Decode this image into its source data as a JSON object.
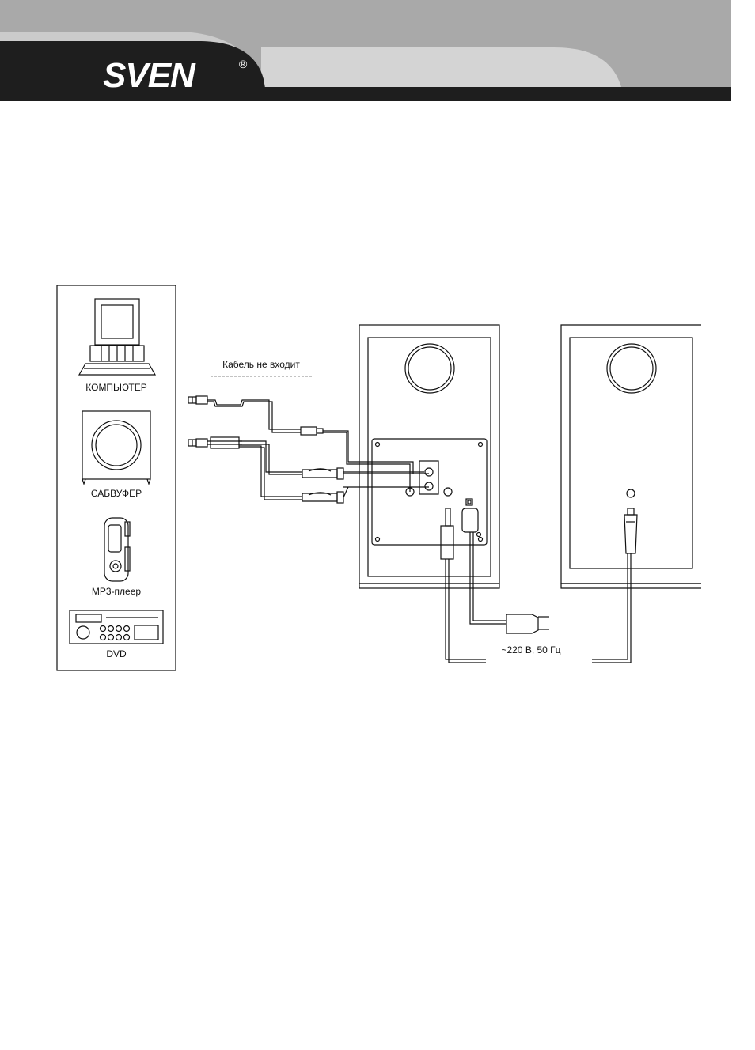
{
  "brand": {
    "logo_text": "SVEN",
    "registered_mark": "®"
  },
  "colors": {
    "band_light": "#a8a8a8",
    "band_mid": "#c8c8c8",
    "band_dark": "#1e1e1e",
    "line": "#111111"
  },
  "devices": [
    {
      "key": "computer",
      "label": "КОМПЬЮТЕР",
      "icon": "computer-icon"
    },
    {
      "key": "subwoofer",
      "label": "САБВУФЕР",
      "icon": "subwoofer-icon"
    },
    {
      "key": "mp3",
      "label": "MP3-плеер",
      "icon": "mp3-player-icon"
    },
    {
      "key": "dvd",
      "label": "DVD",
      "icon": "dvd-player-icon"
    }
  ],
  "cable_note": "Кабель  не входит",
  "power_label": "~220 В, 50 Гц"
}
